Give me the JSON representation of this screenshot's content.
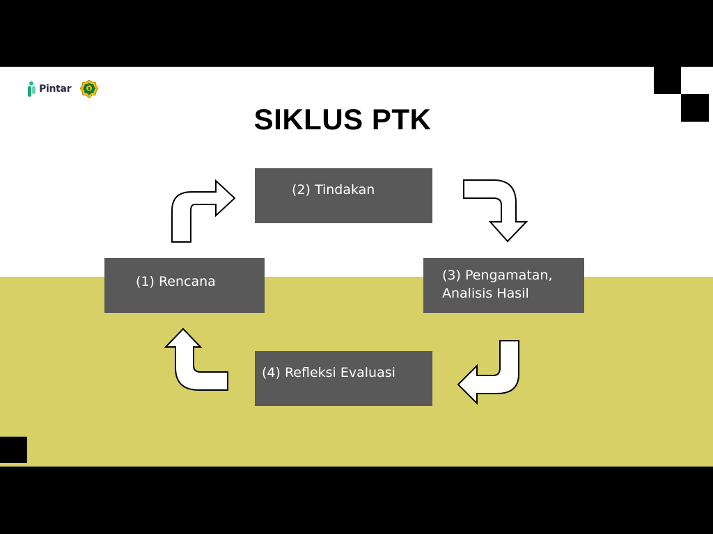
{
  "header": {
    "brand_text": "Pintar",
    "logos": [
      "pintar-logo",
      "kemenag-logo"
    ]
  },
  "slide": {
    "title": "SIKLUS PTK"
  },
  "steps": [
    {
      "line1": "(1) Rencana",
      "line2": ""
    },
    {
      "line1": "(2) Tindakan",
      "line2": ""
    },
    {
      "line1": "(3) Pengamatan,",
      "line2": "Analisis Hasil"
    },
    {
      "line1": "(4) Refleksi Evaluasi",
      "line2": ""
    }
  ],
  "colors": {
    "box_fill": "#595959",
    "box_text": "#ffffff",
    "band": "#d6d066",
    "background": "#ffffff",
    "arrow_stroke": "#000000",
    "arrow_fill": "#ffffff"
  },
  "icons": [
    "curved-arrow-up-right-icon",
    "curved-arrow-right-down-icon",
    "curved-arrow-down-left-icon",
    "curved-arrow-left-up-icon"
  ]
}
